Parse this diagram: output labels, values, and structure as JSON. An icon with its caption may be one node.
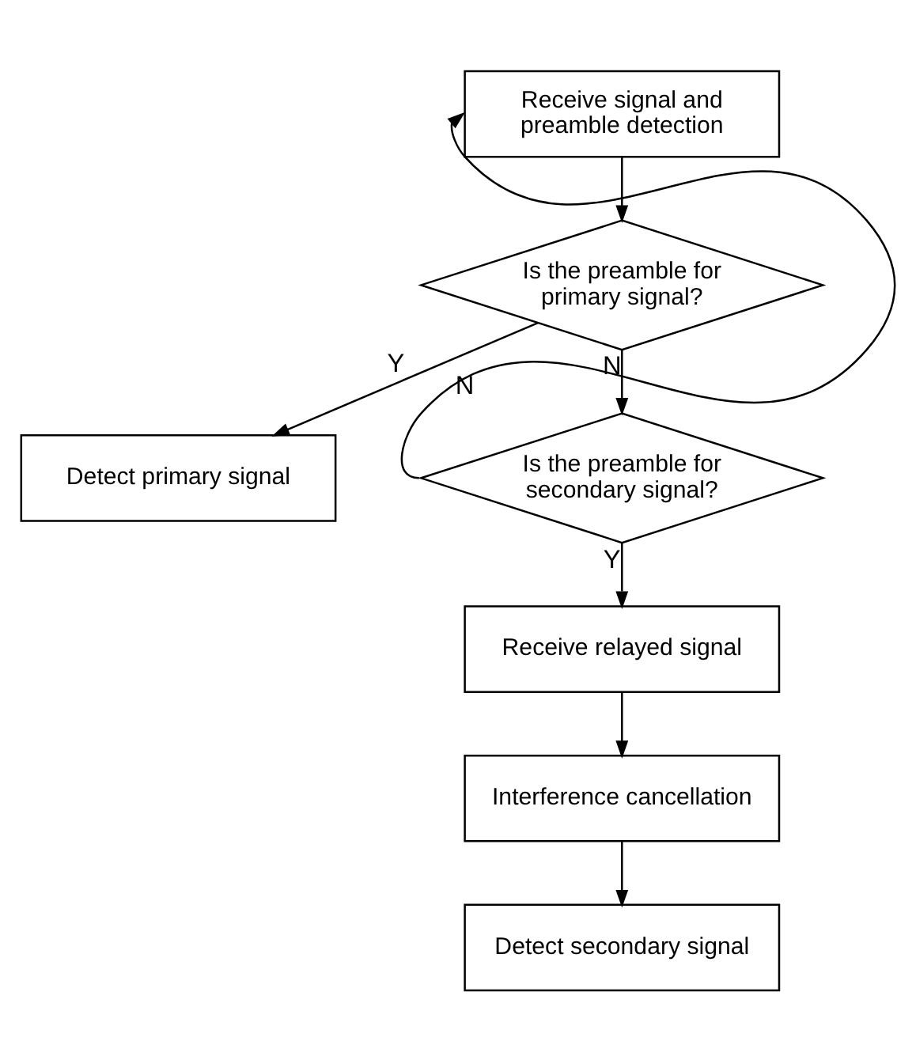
{
  "diagram": {
    "nodes": [
      {
        "text": [
          "Receive signal and preamble detection"
        ]
      },
      {
        "text": [
          "Is the preamble for primary signal?"
        ]
      },
      {
        "text": [
          "Detect primary signal"
        ]
      },
      {
        "text": [
          "Is the preamble for secondary signal?"
        ]
      },
      {
        "text": [
          "Receive relayed signal"
        ]
      },
      {
        "text": [
          "Interference cancellation"
        ]
      },
      {
        "text": [
          "Detect secondary signal"
        ]
      }
    ],
    "edges": [
      {
        "from": 0,
        "to": 1,
        "arrow": "to"
      },
      {
        "from": 1,
        "to": 2,
        "arrow": "to",
        "label": "Y"
      },
      {
        "from": 1,
        "to": 3,
        "arrow": "to",
        "label": "N"
      },
      {
        "from": 3,
        "to": 0,
        "arrow": "to",
        "label": "N"
      },
      {
        "from": 3,
        "to": 4,
        "arrow": "to",
        "label": "Y"
      },
      {
        "from": 4,
        "to": 5,
        "arrow": "to"
      },
      {
        "from": 5,
        "to": 6,
        "arrow": "to"
      }
    ]
  }
}
